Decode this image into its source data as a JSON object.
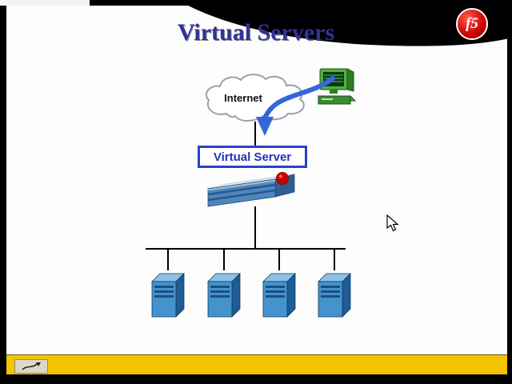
{
  "slide": {
    "title": "Virtual Servers"
  },
  "diagram": {
    "internet_label": "Internet",
    "virtual_server_label": "Virtual Server",
    "server_count": "4"
  },
  "logo": {
    "text": "f5"
  },
  "colors": {
    "title_blue": "#32329b",
    "box_border_blue": "#2b41c8",
    "arrow_blue": "#3566d9",
    "server_blue": "#4593ce",
    "toolbar_yellow": "#f5c400",
    "logo_red": "#cc0000"
  }
}
